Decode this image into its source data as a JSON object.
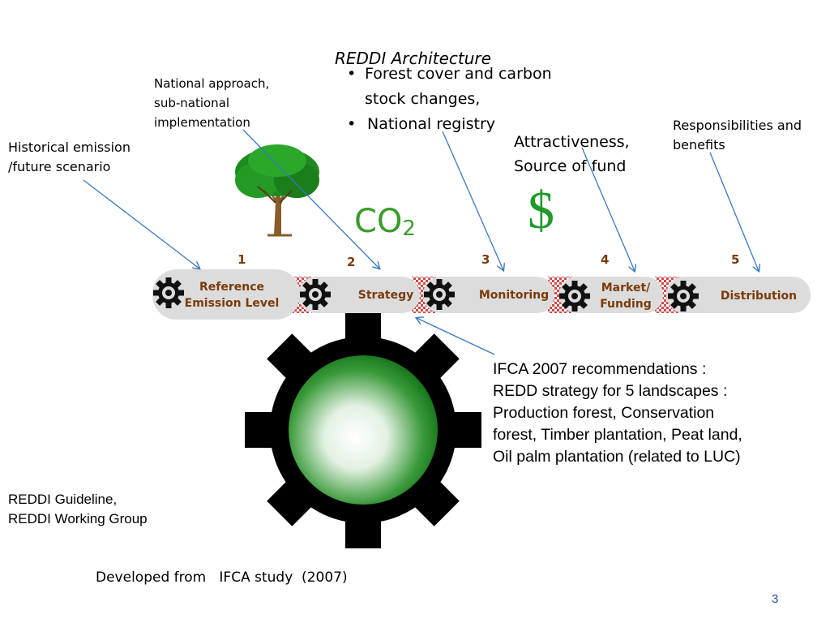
{
  "title": "REDDI Architecture",
  "bullets": [
    "Forest cover and carbon",
    "stock changes,",
    "National  registry"
  ],
  "annotations": {
    "national_1": "National approach,",
    "national_2": "sub-national",
    "national_3": "implementation",
    "historical_1": "Historical  emission",
    "historical_2": "/future scenario",
    "attract_1": "Attractiveness,",
    "attract_2": "Source of fund",
    "resp_1": "Responsibilities and",
    "resp_2": "benefits"
  },
  "co2": {
    "main": "CO",
    "sub": "2"
  },
  "dollar": "$",
  "stages": [
    {
      "number": "1",
      "label_1": "Reference",
      "label_2": "Emission Level"
    },
    {
      "number": "2",
      "label_1": "Strategy",
      "label_2": ""
    },
    {
      "number": "3",
      "label_1": "Monitoring",
      "label_2": ""
    },
    {
      "number": "4",
      "label_1": "Market/",
      "label_2": "Funding"
    },
    {
      "number": "5",
      "label_1": "Distribution",
      "label_2": ""
    }
  ],
  "ifca": {
    "line1": "IFCA 2007 recommendations :",
    "line2": "REDD strategy for 5 landscapes :",
    "line3": "Production forest, Conservation",
    "line4": "forest,  Timber plantation,  Peat land,",
    "line5": "Oil palm plantation (related to LUC)"
  },
  "guideline": {
    "line1": "REDDI Guideline,",
    "line2": "REDDI Working Group"
  },
  "footer": "Developed from   IFCA study  (2007)",
  "page_number": "3",
  "colors": {
    "label_brown": "#7a3b0a",
    "co2_green": "#3a9b2a",
    "arrow_blue": "#3a78c2",
    "pill_gray": "#dcdcdc"
  }
}
